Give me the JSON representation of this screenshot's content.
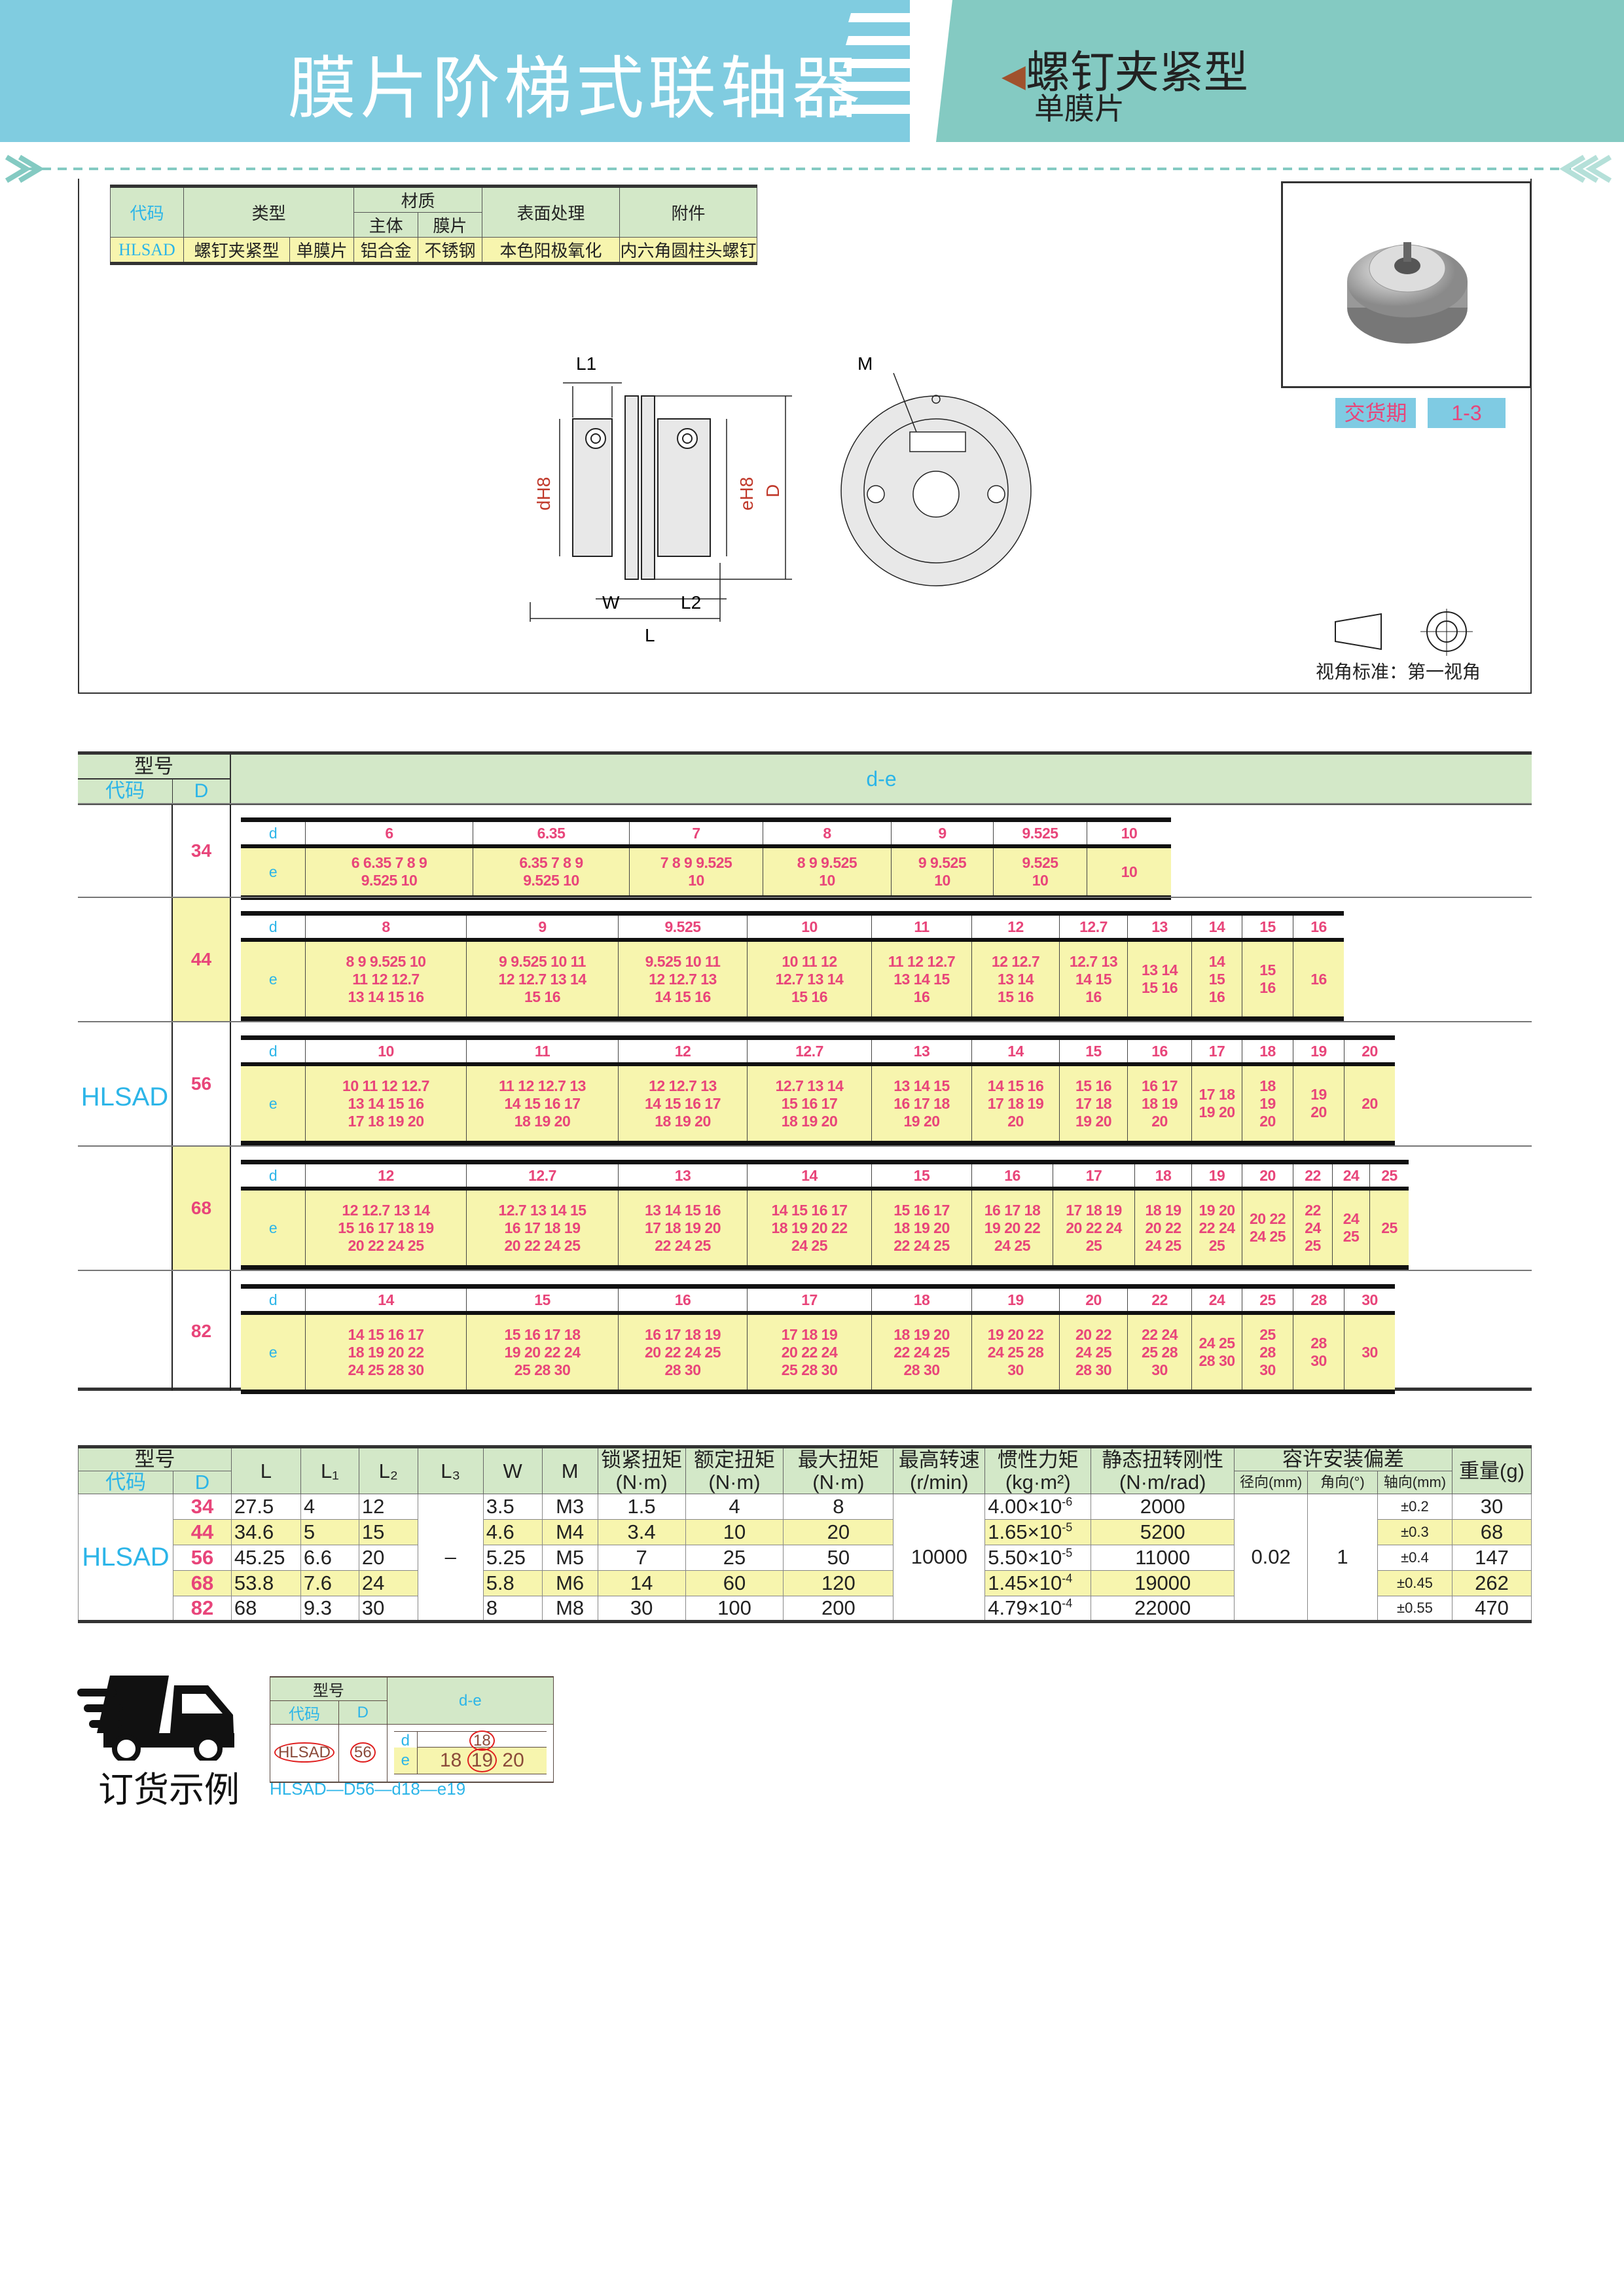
{
  "header": {
    "title": "膜片阶梯式联轴器",
    "type": "螺钉夹紧型",
    "subtype": "单膜片",
    "colors": {
      "blue": "#80cce0",
      "teal": "#84cac2",
      "pink": "#e8457a",
      "cyan": "#2cb5e8",
      "green": "#d3e8c8",
      "yellow": "#f7f5ae"
    }
  },
  "spec_summary": {
    "h_code": "代码",
    "h_type": "类型",
    "h_material": "材质",
    "h_body": "主体",
    "h_film": "膜片",
    "h_surface": "表面处理",
    "h_accessory": "附件",
    "code": "HLSAD",
    "type": "螺钉夹紧型",
    "film_type": "单膜片",
    "body": "铝合金",
    "film": "不锈钢",
    "surface": "本色阳极氧化",
    "accessory": "内六角圆柱头螺钉"
  },
  "delivery": {
    "label": "交货期",
    "value": "1-3"
  },
  "drawing": {
    "L1": "L1",
    "M": "M",
    "d": "dH8",
    "e": "eH8",
    "D": "D",
    "W": "W",
    "L2": "L2",
    "L": "L",
    "view_label": "视角标准：第一视角"
  },
  "de_table": {
    "h_model": "型号",
    "h_code": "代码",
    "h_D": "D",
    "h_de": "d-e",
    "code": "HLSAD",
    "d_label": "d",
    "e_label": "e",
    "groups": [
      {
        "D": "34",
        "cols": [
          {
            "d": "6",
            "e": "6 6.35 7 8 9\n9.525 10"
          },
          {
            "d": "6.35",
            "e": "6.35 7 8 9\n9.525 10"
          },
          {
            "d": "7",
            "e": "7 8 9 9.525\n10"
          },
          {
            "d": "8",
            "e": "8 9 9.525\n10"
          },
          {
            "d": "9",
            "e": "9 9.525\n10"
          },
          {
            "d": "9.525",
            "e": "9.525\n10"
          },
          {
            "d": "10",
            "e": "10"
          }
        ]
      },
      {
        "D": "44",
        "cols": [
          {
            "d": "8",
            "e": "8 9 9.525 10\n11 12 12.7\n13 14 15 16"
          },
          {
            "d": "9",
            "e": "9 9.525 10 11\n12 12.7 13 14\n15 16"
          },
          {
            "d": "9.525",
            "e": "9.525 10 11\n12 12.7 13\n14 15 16"
          },
          {
            "d": "10",
            "e": "10 11 12\n12.7 13 14\n15 16"
          },
          {
            "d": "11",
            "e": "11 12 12.7\n13 14 15\n16"
          },
          {
            "d": "12",
            "e": "12 12.7\n13 14\n15 16"
          },
          {
            "d": "12.7",
            "e": "12.7 13\n14 15\n16"
          },
          {
            "d": "13",
            "e": "13 14\n15 16"
          },
          {
            "d": "14",
            "e": "14\n15\n16"
          },
          {
            "d": "15",
            "e": "15\n16"
          },
          {
            "d": "16",
            "e": "16"
          }
        ]
      },
      {
        "D": "56",
        "cols": [
          {
            "d": "10",
            "e": "10 11 12 12.7\n13 14 15 16\n17 18 19 20"
          },
          {
            "d": "11",
            "e": "11 12 12.7 13\n14 15 16 17\n18 19 20"
          },
          {
            "d": "12",
            "e": "12 12.7 13\n14 15 16 17\n18 19 20"
          },
          {
            "d": "12.7",
            "e": "12.7 13 14\n15 16 17\n18 19 20"
          },
          {
            "d": "13",
            "e": "13 14 15\n16 17 18\n19 20"
          },
          {
            "d": "14",
            "e": "14 15 16\n17 18 19\n20"
          },
          {
            "d": "15",
            "e": "15 16\n17 18\n19 20"
          },
          {
            "d": "16",
            "e": "16 17\n18 19\n20"
          },
          {
            "d": "17",
            "e": "17 18\n19 20"
          },
          {
            "d": "18",
            "e": "18\n19\n20"
          },
          {
            "d": "19",
            "e": "19\n20"
          },
          {
            "d": "20",
            "e": "20"
          }
        ]
      },
      {
        "D": "68",
        "cols": [
          {
            "d": "12",
            "e": "12 12.7 13 14\n15 16 17 18 19\n20 22 24 25"
          },
          {
            "d": "12.7",
            "e": "12.7 13 14 15\n16 17 18 19\n20 22 24 25"
          },
          {
            "d": "13",
            "e": "13 14 15 16\n17 18 19 20\n22 24 25"
          },
          {
            "d": "14",
            "e": "14 15 16 17\n18 19 20 22\n24 25"
          },
          {
            "d": "15",
            "e": "15 16 17\n18 19 20\n22 24 25"
          },
          {
            "d": "16",
            "e": "16 17 18\n19 20 22\n24 25"
          },
          {
            "d": "17",
            "e": "17 18 19\n20 22 24\n25"
          },
          {
            "d": "18",
            "e": "18 19\n20 22\n24 25"
          },
          {
            "d": "19",
            "e": "19 20\n22 24\n25"
          },
          {
            "d": "20",
            "e": "20 22\n24 25"
          },
          {
            "d": "22",
            "e": "22\n24\n25"
          },
          {
            "d": "24",
            "e": "24\n25"
          },
          {
            "d": "25",
            "e": "25"
          }
        ]
      },
      {
        "D": "82",
        "cols": [
          {
            "d": "14",
            "e": "14 15 16 17\n18 19 20 22\n24 25 28 30"
          },
          {
            "d": "15",
            "e": "15 16 17 18\n19 20 22 24\n25 28 30"
          },
          {
            "d": "16",
            "e": "16 17 18 19\n20 22 24 25\n28 30"
          },
          {
            "d": "17",
            "e": "17 18 19\n20 22 24\n25 28 30"
          },
          {
            "d": "18",
            "e": "18 19 20\n22 24 25\n28 30"
          },
          {
            "d": "19",
            "e": "19 20 22\n24 25 28\n30"
          },
          {
            "d": "20",
            "e": "20 22\n24 25\n28 30"
          },
          {
            "d": "22",
            "e": "22 24\n25 28\n30"
          },
          {
            "d": "24",
            "e": "24 25\n28 30"
          },
          {
            "d": "25",
            "e": "25\n28\n30"
          },
          {
            "d": "28",
            "e": "28\n30"
          },
          {
            "d": "30",
            "e": "30"
          }
        ]
      }
    ]
  },
  "spec_table": {
    "headers": {
      "model": "型号",
      "code": "代码",
      "D": "D",
      "L": "L",
      "L1": "L₁",
      "L2": "L₂",
      "L3": "L₃",
      "W": "W",
      "M": "M",
      "lock_torque": "锁紧扭矩",
      "rated_torque": "额定扭矩",
      "max_torque": "最大扭矩",
      "torque_unit": "(N·m)",
      "max_speed": "最高转速",
      "speed_unit": "(r/min)",
      "inertia": "惯性力矩",
      "inertia_unit": "(kg·m²)",
      "stiffness": "静态扭转刚性",
      "stiffness_unit": "(N·m/rad)",
      "tolerance": "容许安装偏差",
      "radial": "径向(mm)",
      "angular": "角向(°)",
      "axial": "轴向(mm)",
      "weight": "重量(g)"
    },
    "code": "HLSAD",
    "L3": "–",
    "max_speed": "10000",
    "radial": "0.02",
    "angular": "1",
    "rows": [
      {
        "D": "34",
        "L": "27.5",
        "L1": "4",
        "L2": "12",
        "W": "3.5",
        "M": "M3",
        "lock": "1.5",
        "rated": "4",
        "max": "8",
        "inertia": "4.00×10",
        "inertia_exp": "-6",
        "stiffness": "2000",
        "axial": "±0.2",
        "weight": "30"
      },
      {
        "D": "44",
        "L": "34.6",
        "L1": "5",
        "L2": "15",
        "W": "4.6",
        "M": "M4",
        "lock": "3.4",
        "rated": "10",
        "max": "20",
        "inertia": "1.65×10",
        "inertia_exp": "-5",
        "stiffness": "5200",
        "axial": "±0.3",
        "weight": "68"
      },
      {
        "D": "56",
        "L": "45.25",
        "L1": "6.6",
        "L2": "20",
        "W": "5.25",
        "M": "M5",
        "lock": "7",
        "rated": "25",
        "max": "50",
        "inertia": "5.50×10",
        "inertia_exp": "-5",
        "stiffness": "11000",
        "axial": "±0.4",
        "weight": "147"
      },
      {
        "D": "68",
        "L": "53.8",
        "L1": "7.6",
        "L2": "24",
        "W": "5.8",
        "M": "M6",
        "lock": "14",
        "rated": "60",
        "max": "120",
        "inertia": "1.45×10",
        "inertia_exp": "-4",
        "stiffness": "19000",
        "axial": "±0.45",
        "weight": "262"
      },
      {
        "D": "82",
        "L": "68",
        "L1": "9.3",
        "L2": "30",
        "W": "8",
        "M": "M8",
        "lock": "30",
        "rated": "100",
        "max": "200",
        "inertia": "4.79×10",
        "inertia_exp": "-4",
        "stiffness": "22000",
        "axial": "±0.55",
        "weight": "470"
      }
    ]
  },
  "order_example": {
    "label": "订货示例",
    "h_model": "型号",
    "h_code": "代码",
    "h_D": "D",
    "h_de": "d-e",
    "code": "HLSAD",
    "D": "56",
    "d_label": "d",
    "e_label": "e",
    "d": "18",
    "e_options": [
      "18",
      "19",
      "20"
    ],
    "result": "HLSAD—D56—d18—e19"
  }
}
